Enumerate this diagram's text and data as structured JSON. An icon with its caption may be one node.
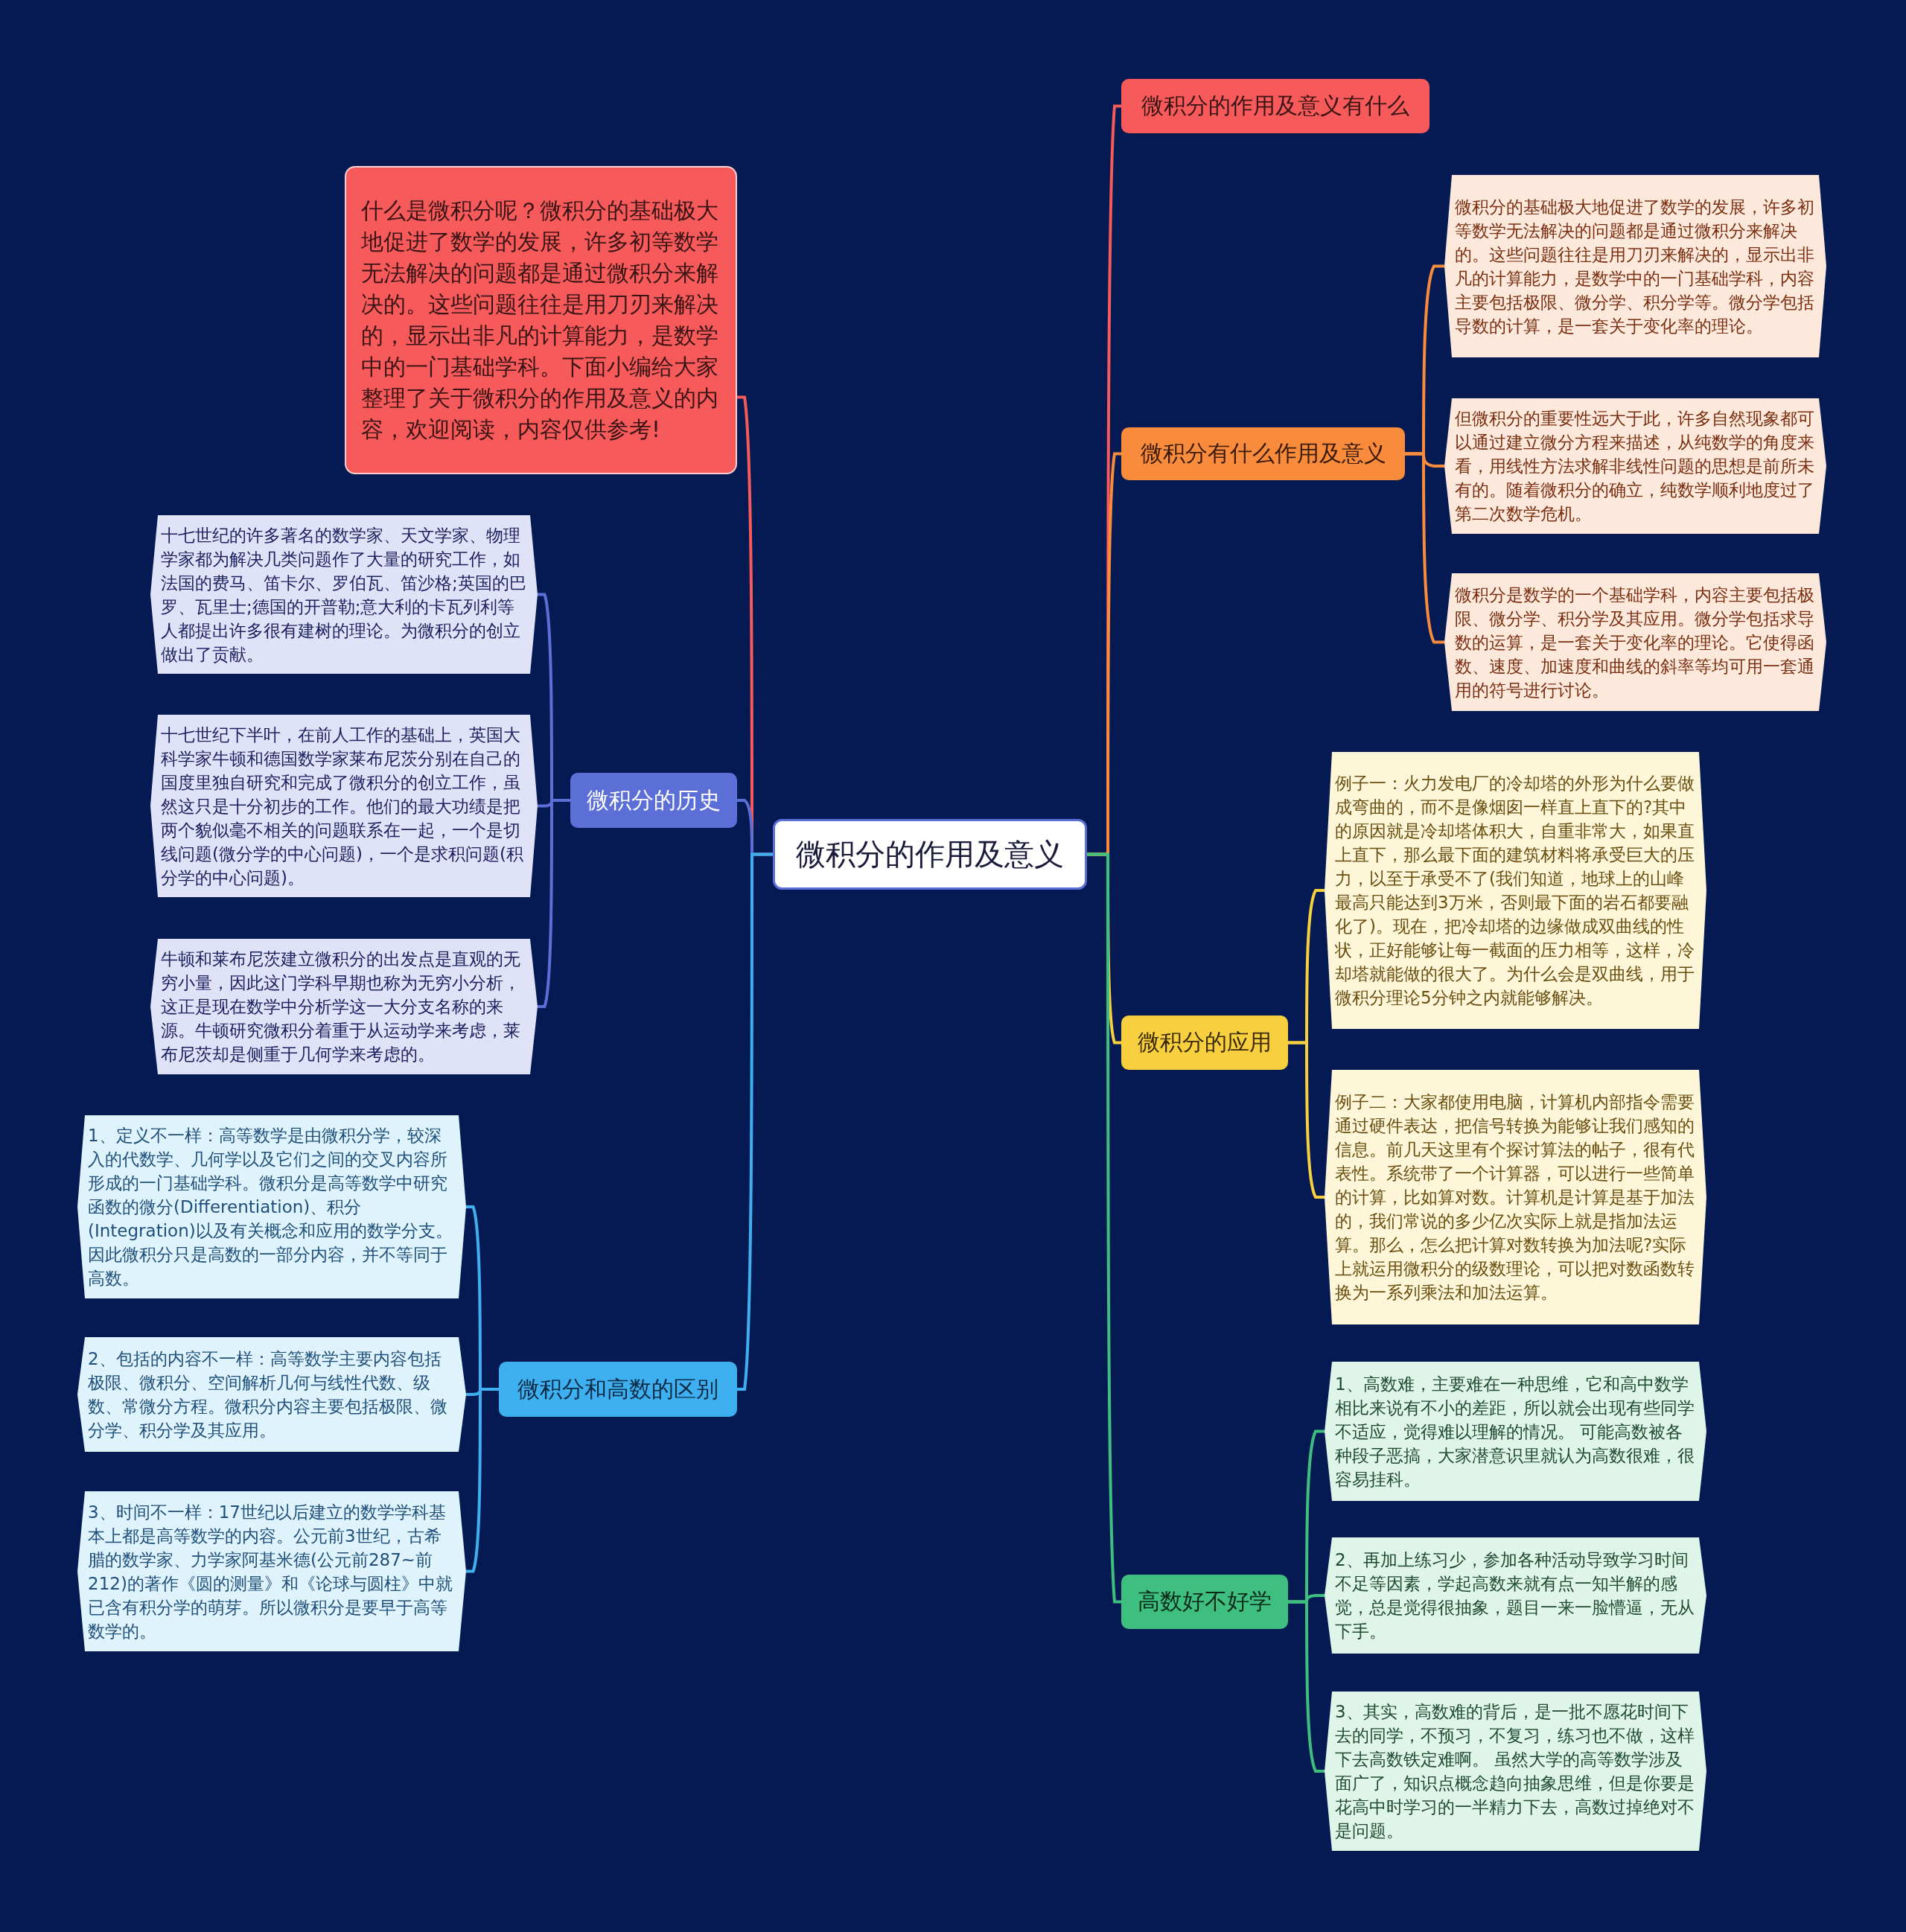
{
  "diagram": {
    "nodes": [
      {
        "text": [
          "微积分的作用及意义"
        ]
      },
      {
        "text": [
          "微积分的作用及意义有什么"
        ]
      },
      {
        "text": [
          "微积分有什么作用及意义"
        ]
      },
      {
        "text": [
          "微积分的基础极大地促进了数学的发展，许多初等数学无法解决的问题都是通过微积分来解决的。这些问题往往是用刀刃来解决的，显示出非凡的计算能力，是数学中的一门基础学科，内容主要包括极限、微分学、积分学等。微分学包括导数的计算，是一套关于变化率的理论。"
        ]
      },
      {
        "text": [
          "但微积分的重要性远大于此，许多自然现象都可以通过建立微分方程来描述，从纯数学的角度来看，用线性方法求解非线性问题的思想是前所未有的。随着微积分的确立，纯数学顺利地度过了第二次数学危机。"
        ]
      },
      {
        "text": [
          "微积分是数学的一个基础学科，内容主要包括极限、微分学、积分学及其应用。微分学包括求导数的运算，是一套关于变化率的理论。它使得函数、速度、加速度和曲线的斜率等均可用一套通用的符号进行讨论。"
        ]
      },
      {
        "text": [
          "微积分的应用"
        ]
      },
      {
        "text": [
          "例子一：火力发电厂的冷却塔的外形为什么要做成弯曲的，而不是像烟囱一样直上直下的?其中的原因就是冷却塔体积大，自重非常大，如果直上直下，那么最下面的建筑材料将承受巨大的压力，以至于承受不了(我们知道，地球上的山峰最高只能达到3万米，否则最下面的岩石都要融化了)。现在，把冷却塔的边缘做成双曲线的性状，正好能够让每一截面的压力相等，这样，冷却塔就能做的很大了。为什么会是双曲线，用于微积分理论5分钟之内就能够解决。"
        ]
      },
      {
        "text": [
          "例子二：大家都使用电脑，计算机内部指令需要通过硬件表达，把信号转换为能够让我们感知的信息。前几天这里有个探讨算法的帖子，很有代表性。系统带了一个计算器，可以进行一些简单的计算，比如算对数。计算机是计算是基于加法的，我们常说的多少亿次实际上就是指加法运算。那么，怎么把计算对数转换为加法呢?实际上就运用微积分的级数理论，可以把对数函数转换为一系列乘法和加法运算。"
        ]
      },
      {
        "text": [
          "高数好不好学"
        ]
      },
      {
        "text": [
          "1、高数难，主要难在一种思维，它和高中数学相比来说有不小的差距，所以就会出现有些同学不适应，觉得难以理解的情况。 可能高数被各种段子恶搞，大家潜意识里就认为高数很难，很容易挂科。"
        ]
      },
      {
        "text": [
          "2、再加上练习少，参加各种活动导致学习时间不足等因素，学起高数来就有点一知半解的感觉，总是觉得很抽象，题目一来一脸懵逼，无从下手。"
        ]
      },
      {
        "text": [
          "3、其实，高数难的背后，是一批不愿花时间下去的同学，不预习，不复习，练习也不做，这样下去高数铁定难啊。 虽然大学的高等数学涉及面广了，知识点概念趋向抽象思维，但是你要是花高中时学习的一半精力下去，高数过掉绝对不是问题。"
        ]
      },
      {
        "text": [
          "什么是微积分呢？微积分的基础极大地促进了数学的发展，许多初等数学无法解决的问题都是通过微积分来解决的。这些问题往往是用刀刃来解决的，显示出非凡的计算能力，是数学中的一门基础学科。下面小编给大家整理了关于微积分的作用及意义的内容，欢迎阅读，内容仅供参考!"
        ]
      },
      {
        "text": [
          "微积分的历史"
        ]
      },
      {
        "text": [
          "十七世纪的许多著名的数学家、天文学家、物理学家都为解决几类问题作了大量的研究工作，如法国的费马、笛卡尔、罗伯瓦、笛沙格;英国的巴罗、瓦里士;德国的开普勒;意大利的卡瓦列利等人都提出许多很有建树的理论。为微积分的创立做出了贡献。"
        ]
      },
      {
        "text": [
          "十七世纪下半叶，在前人工作的基础上，英国大科学家牛顿和德国数学家莱布尼茨分别在自己的国度里独自研究和完成了微积分的创立工作，虽然这只是十分初步的工作。他们的最大功绩是把两个貌似毫不相关的问题联系在一起，一个是切线问题(微分学的中心问题)，一个是求积问题(积分学的中心问题)。"
        ]
      },
      {
        "text": [
          "牛顿和莱布尼茨建立微积分的出发点是直观的无穷小量，因此这门学科早期也称为无穷小分析，这正是现在数学中分析学这一大分支名称的来源。牛顿研究微积分着重于从运动学来考虑，莱布尼茨却是侧重于几何学来考虑的。"
        ]
      },
      {
        "text": [
          "微积分和高数的区别"
        ]
      },
      {
        "text": [
          "1、定义不一样：高等数学是由微积分学，较深入的代数学、几何学以及它们之间的交叉内容所形成的一门基础学科。微积分是高等数学中研究函数的微分(Differentiation)、积分(Integration)以及有关概念和应用的数学分支。因此微积分只是高数的一部分内容，并不等同于高数。"
        ]
      },
      {
        "text": [
          "2、包括的内容不一样：高等数学主要内容包括极限、微积分、空间解析几何与线性代数、级数、常微分方程。微积分内容主要包括极限、微分学、积分学及其应用。"
        ]
      },
      {
        "text": [
          "3、时间不一样：17世纪以后建立的数学学科基本上都是高等数学的内容。公元前3世纪，古希腊的数学家、力学家阿基米德(公元前287~前212)的著作《圆的测量》和《论球与圆柱》中就已含有积分学的萌芽。所以微积分是要早于高等数学的。"
        ]
      }
    ],
    "edges": [
      {
        "from": 0,
        "to": 1,
        "arrow": "none",
        "color": "#f65a5b"
      },
      {
        "from": 0,
        "to": 2,
        "arrow": "none",
        "color": "#f98c3c"
      },
      {
        "from": 2,
        "to": 3,
        "arrow": "none",
        "color": "#f98c3c"
      },
      {
        "from": 2,
        "to": 4,
        "arrow": "none",
        "color": "#f98c3c"
      },
      {
        "from": 2,
        "to": 5,
        "arrow": "none",
        "color": "#f98c3c"
      },
      {
        "from": 0,
        "to": 6,
        "arrow": "none",
        "color": "#f8d03f"
      },
      {
        "from": 6,
        "to": 7,
        "arrow": "none",
        "color": "#f8d03f"
      },
      {
        "from": 6,
        "to": 8,
        "arrow": "none",
        "color": "#f8d03f"
      },
      {
        "from": 0,
        "to": 9,
        "arrow": "none",
        "color": "#3fbf7f"
      },
      {
        "from": 9,
        "to": 10,
        "arrow": "none",
        "color": "#3fbf7f"
      },
      {
        "from": 9,
        "to": 11,
        "arrow": "none",
        "color": "#3fbf7f"
      },
      {
        "from": 9,
        "to": 12,
        "arrow": "none",
        "color": "#3fbf7f"
      },
      {
        "from": 0,
        "to": 13,
        "arrow": "none",
        "color": "#f65a5b"
      },
      {
        "from": 0,
        "to": 14,
        "arrow": "none",
        "color": "#5b6fd6"
      },
      {
        "from": 14,
        "to": 15,
        "arrow": "none",
        "color": "#5b6fd6"
      },
      {
        "from": 14,
        "to": 16,
        "arrow": "none",
        "color": "#5b6fd6"
      },
      {
        "from": 14,
        "to": 17,
        "arrow": "none",
        "color": "#5b6fd6"
      },
      {
        "from": 0,
        "to": 18,
        "arrow": "none",
        "color": "#3fb0ef"
      },
      {
        "from": 18,
        "to": 19,
        "arrow": "none",
        "color": "#3fb0ef"
      },
      {
        "from": 18,
        "to": 20,
        "arrow": "none",
        "color": "#3fb0ef"
      },
      {
        "from": 18,
        "to": 21,
        "arrow": "none",
        "color": "#3fb0ef"
      }
    ]
  }
}
